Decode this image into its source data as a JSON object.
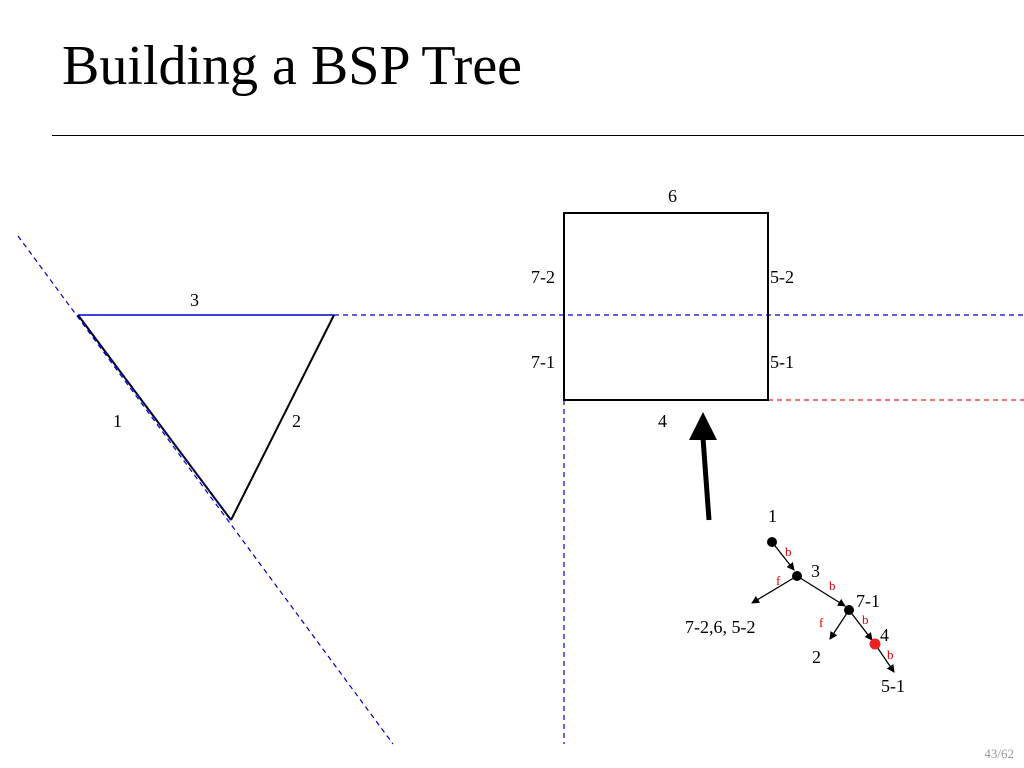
{
  "slide": {
    "title": "Building a BSP Tree",
    "page_number": "43/62"
  },
  "colors": {
    "partition_line": "#0000cc",
    "current_split": "#ee2222",
    "edge_label": "#dd0000",
    "outline": "#000000"
  },
  "triangle": {
    "edge_labels": {
      "top": "3",
      "left": "1",
      "right": "2"
    }
  },
  "square": {
    "edge_labels": {
      "top": "6",
      "left_upper": "7-2",
      "right_upper": "5-2",
      "left_lower": "7-1",
      "right_lower": "5-1",
      "bottom": "4"
    }
  },
  "tree": {
    "nodes": {
      "n1": "1",
      "n3": "3",
      "n71": "7-1",
      "n4": "4",
      "leaf_front_3": "7-2,6, 5-2",
      "leaf_2": "2",
      "leaf_51": "5-1"
    },
    "edges": {
      "e1_3": "b",
      "e3_f": "f",
      "e3_71": "b",
      "e71_f": "f",
      "e71_4": "b",
      "e4_b": "b"
    },
    "current_node_icon": "red-dot-icon"
  }
}
